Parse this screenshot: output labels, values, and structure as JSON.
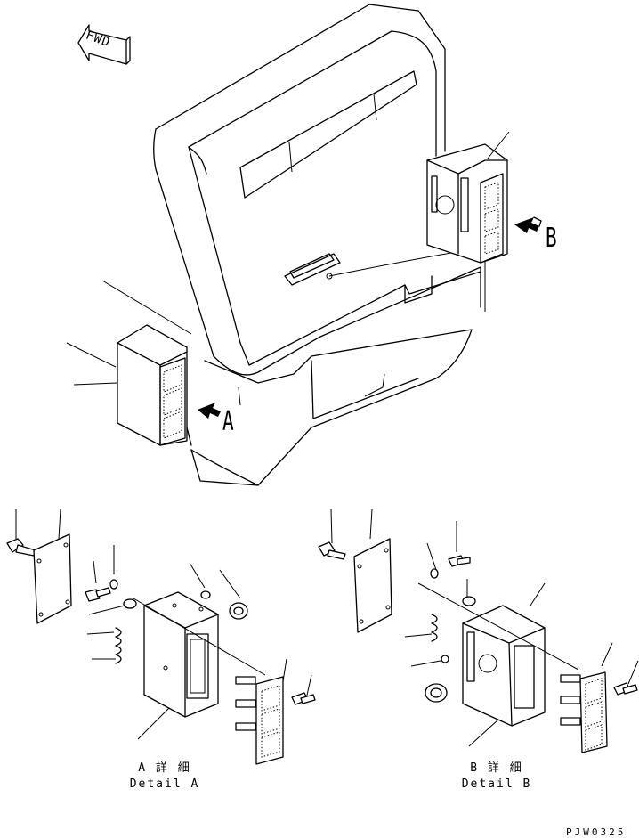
{
  "fwd_label": "FWD",
  "view_labels": {
    "a": "A",
    "b": "B"
  },
  "detail_a": {
    "jp": "A 詳 細",
    "en": "Detail A"
  },
  "detail_b": {
    "jp": "B 詳 細",
    "en": "Detail B"
  },
  "drawing_code": "PJW0325"
}
